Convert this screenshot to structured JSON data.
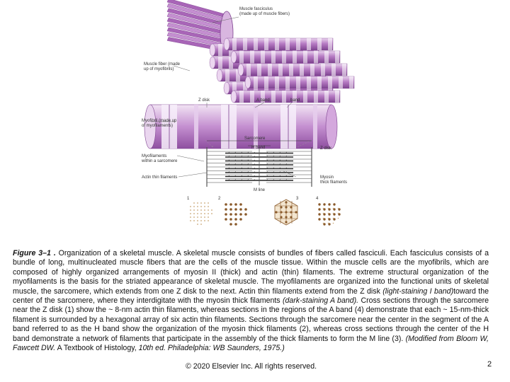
{
  "figure": {
    "labels": {
      "fasciculus": "Muscle fasciculus",
      "fasciculus_sub": "(made up of muscle fibers)",
      "fiber": "Muscle fiber (made",
      "fiber_sub": "up of myofibrils)",
      "z_disk": "Z disk",
      "a_band": "A band",
      "i_band": "band",
      "myofibril": "Myofibril (made up",
      "myofibril_sub": "of myofilaments)",
      "sarcomere": "Sarcomere",
      "h_band": "H band",
      "z_disk2": "Z disk",
      "myofilaments": "Myofilaments",
      "myofilaments_sub": "within a sarcomere",
      "actin": "Actin thin filaments",
      "m_line": "M line",
      "myosin": "Myosin",
      "myosin_sub": "thick filaments",
      "num1": "1",
      "num2": "2",
      "num3": "3",
      "num4": "4"
    },
    "colors": {
      "muscle": "#b77cc4",
      "muscle_dark": "#8e4fa0",
      "muscle_light": "#e6cdec"
    }
  },
  "caption": {
    "label": "Figure 3–1 .",
    "text_a": " Organization of a skeletal muscle. A skeletal muscle consists of bundles of fibers called fasciculi. Each fasciculus consists of a bundle of long, multinucleated muscle fibers that are the cells of the muscle tissue. Within the muscle cells are the myofibrils, which are composed of highly organized arrangements of myosin II (thick) and actin (thin) filaments. The extreme structural organization of the myofilaments is the basis for the striated appearance of skeletal muscle. The myofilaments are organized into the functional units of skeletal muscle, the sarcomere, which extends from one Z disk to the next. Actin thin filaments extend from the Z disk ",
    "italic_1": "(light-staining I band)",
    "text_b": "toward the center of the sarcomere, where they interdigitate with the myosin thick filaments ",
    "italic_2": "(dark-staining A band).",
    "text_c": " Cross sections through the sarcomere near the Z disk (1) show the ~ 8-nm actin thin filaments, whereas sections in the regions of the A band (4) demonstrate that each ~ 15-nm-thick filament is surrounded by a hexagonal array of six actin thin filaments. Sections through the sarcomere near the center in the segment of the A band referred to as the H band show the organization of the myosin thick filaments (2), whereas cross sections through the center of the H band demonstrate a network of filaments that participate in the assembly of the thick filaments to form the M line (3). ",
    "italic_3": "(Modified from Bloom W, Fawcett DW.",
    "text_d": " A Textbook of Histology, ",
    "italic_4": "10th ed. Philadelphia: WB Saunders, 1975.)"
  },
  "footer": {
    "copyright": "© 2020 Elsevier Inc. All rights reserved.",
    "page_number": "2"
  }
}
